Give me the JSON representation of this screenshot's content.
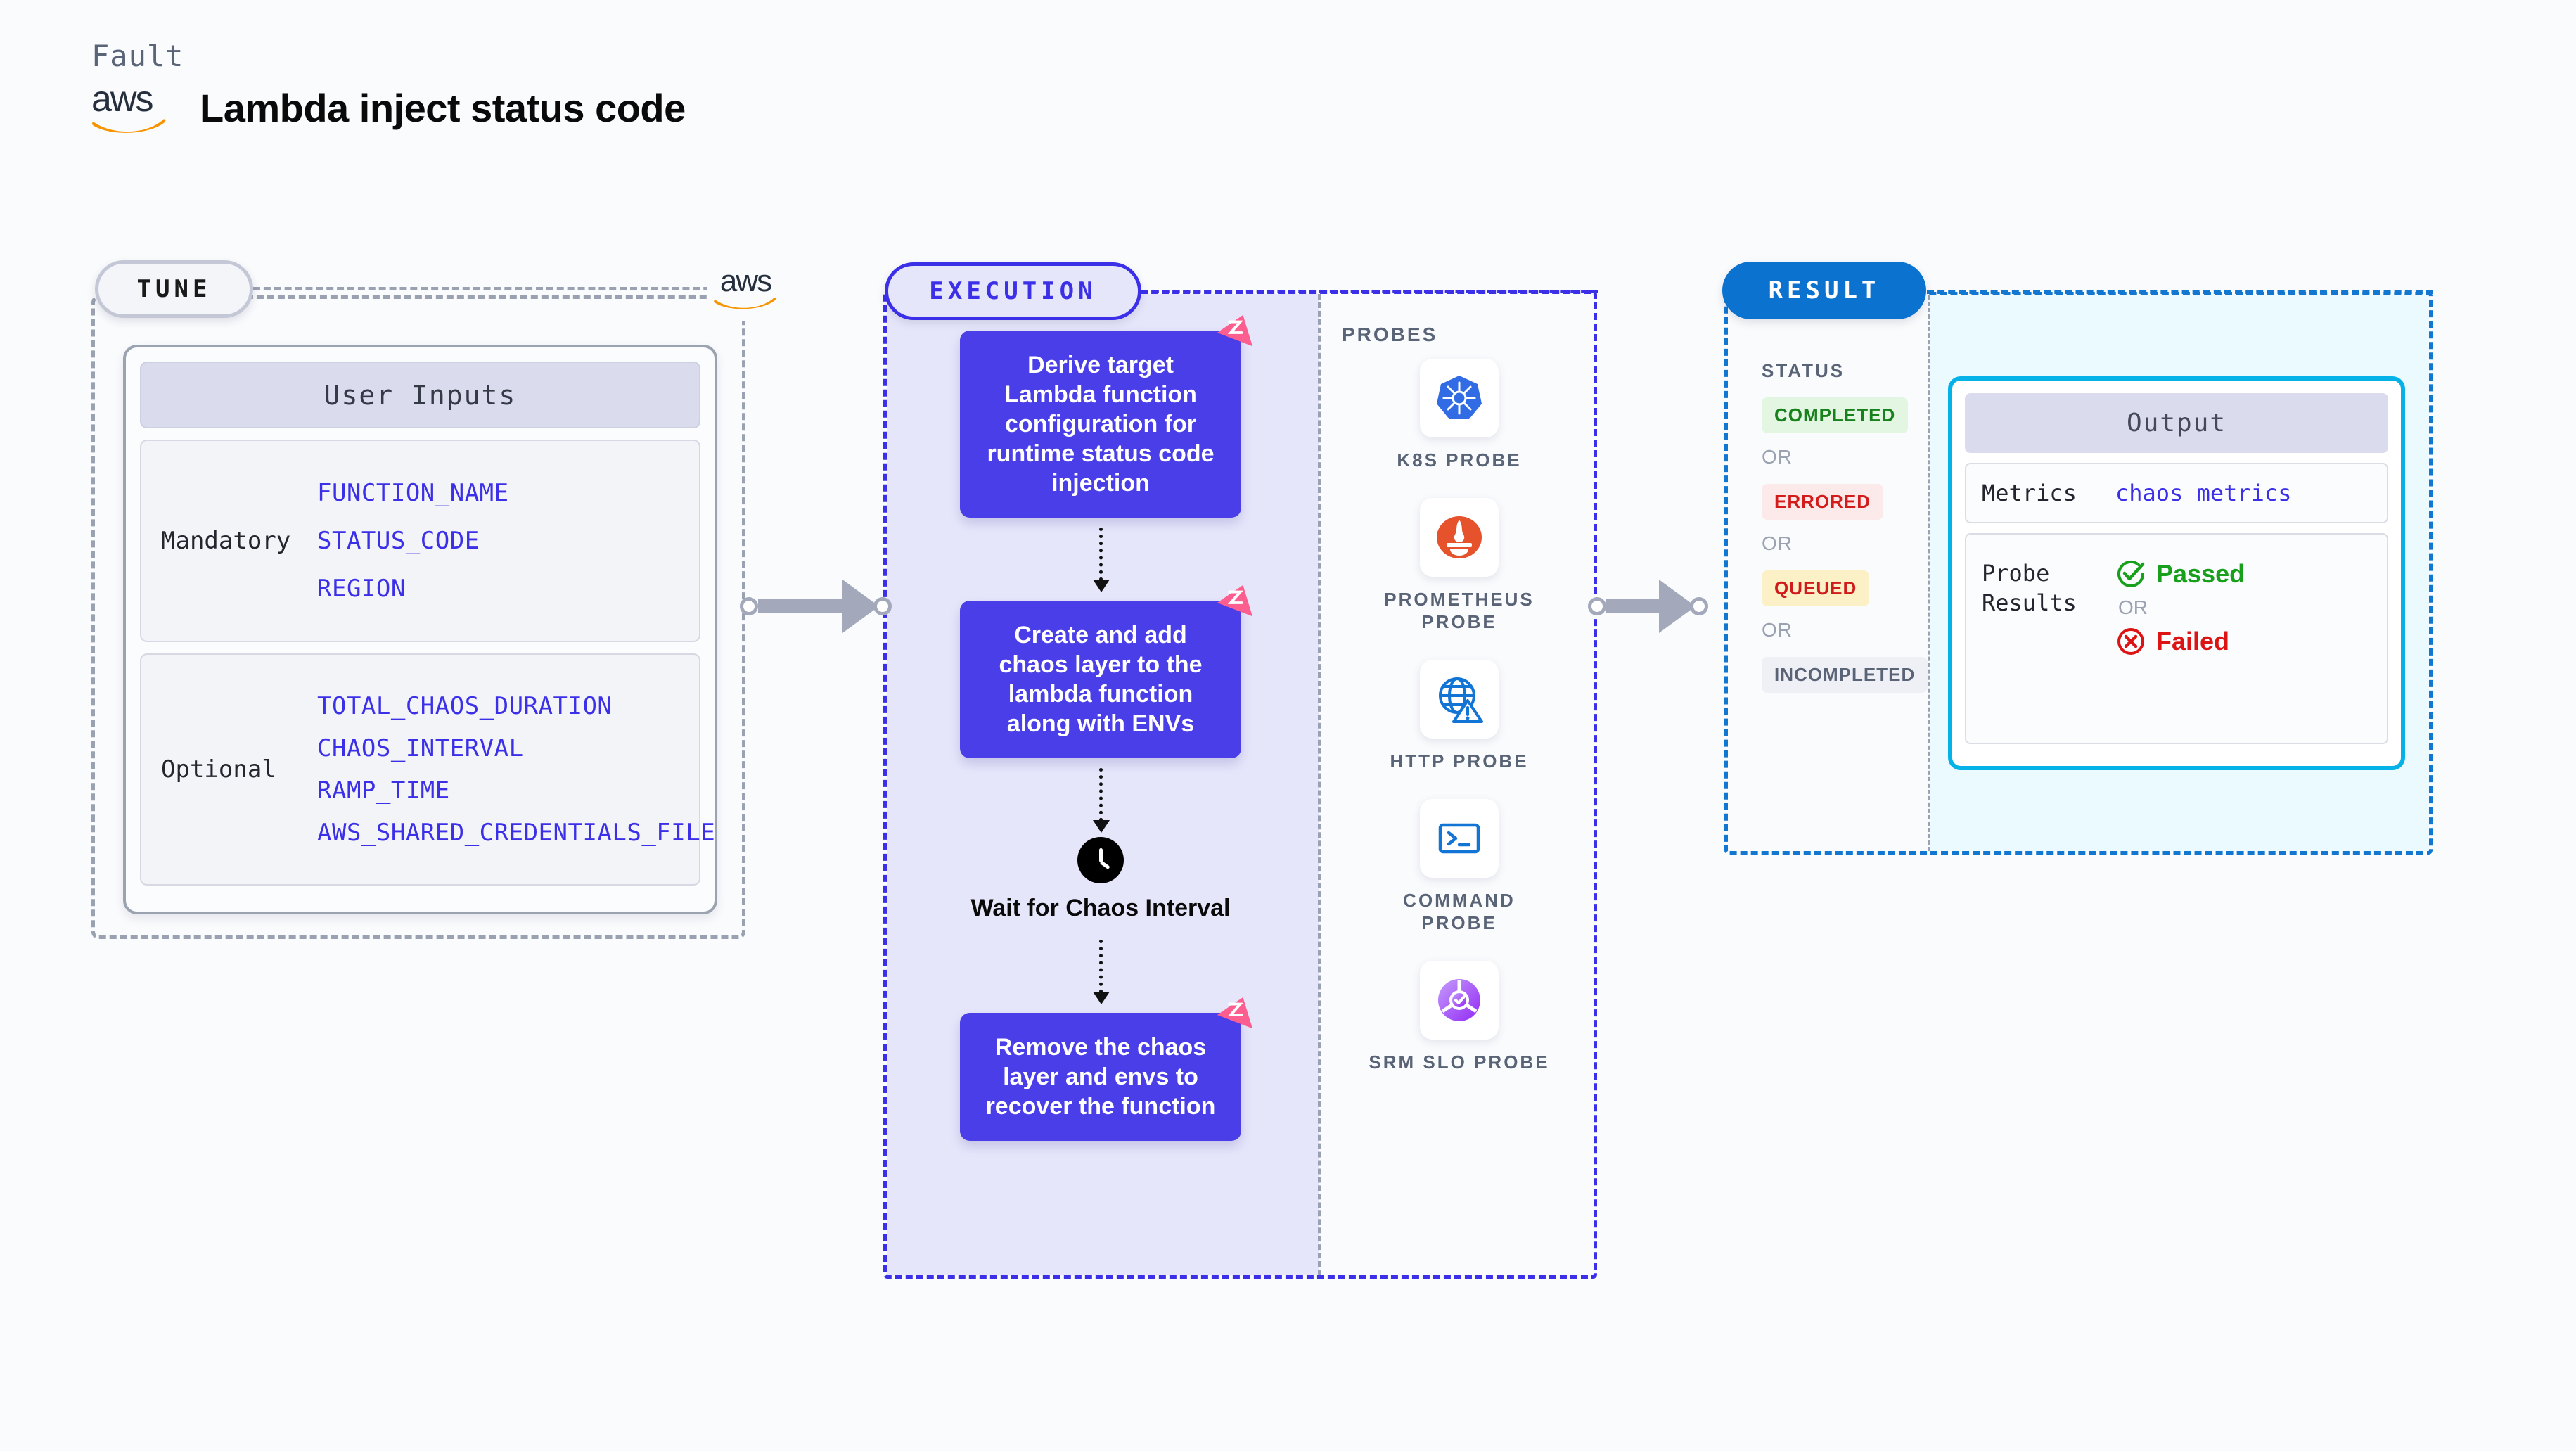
{
  "header": {
    "fault_label": "Fault",
    "title": "Lambda inject status code",
    "logo": "aws-logo"
  },
  "tune": {
    "pill_label": "TUNE",
    "card_title": "User Inputs",
    "groups": [
      {
        "label": "Mandatory",
        "values": [
          "FUNCTION_NAME",
          "STATUS_CODE",
          "REGION"
        ]
      },
      {
        "label": "Optional",
        "values": [
          "TOTAL_CHAOS_DURATION",
          "CHAOS_INTERVAL",
          "RAMP_TIME",
          "AWS_SHARED_CREDENTIALS_FILE"
        ]
      }
    ]
  },
  "execution": {
    "pill_label": "EXECUTION",
    "steps": [
      {
        "text": "Derive target Lambda function configuration for runtime status code injection",
        "badge": "litmus-icon"
      },
      {
        "text": "Create and add chaos layer to the lambda function along with ENVs",
        "badge": "litmus-icon"
      }
    ],
    "wait_node": {
      "icon": "clock-icon",
      "label": "Wait for Chaos Interval"
    },
    "final_step": {
      "text": "Remove the chaos layer and envs to recover the function",
      "badge": "litmus-icon"
    }
  },
  "probes": {
    "title": "PROBES",
    "items": [
      {
        "label": "K8S PROBE",
        "icon": "kubernetes-icon"
      },
      {
        "label": "PROMETHEUS PROBE",
        "icon": "prometheus-icon"
      },
      {
        "label": "HTTP PROBE",
        "icon": "globe-warning-icon"
      },
      {
        "label": "COMMAND PROBE",
        "icon": "terminal-icon"
      },
      {
        "label": "SRM SLO PROBE",
        "icon": "slo-donut-icon"
      }
    ]
  },
  "result": {
    "pill_label": "RESULT",
    "status_title": "STATUS",
    "or_label": "OR",
    "statuses": [
      {
        "label": "COMPLETED",
        "bg": "#e3f6e2",
        "fg": "#18801c"
      },
      {
        "label": "ERRORED",
        "bg": "#fceaea",
        "fg": "#d31b1b"
      },
      {
        "label": "QUEUED",
        "bg": "#fcf0c6",
        "fg": "#cf1b1b"
      },
      {
        "label": "INCOMPLETED",
        "bg": "#eef0f6",
        "fg": "#5a6477"
      }
    ],
    "output": {
      "title": "Output",
      "metrics_label": "Metrics",
      "metrics_value": "chaos metrics",
      "probe_results_label": "Probe Results",
      "passed_label": "Passed",
      "failed_label": "Failed",
      "or_label": "OR",
      "passed_color": "#18a01c",
      "failed_color": "#dd1414"
    }
  },
  "colors": {
    "execution_purple": "#4a3ee8",
    "litmus_pink": "#fb5e8f",
    "result_blue": "#0b73cf",
    "output_border": "#05b2e8",
    "aws_orange": "#f79400"
  }
}
